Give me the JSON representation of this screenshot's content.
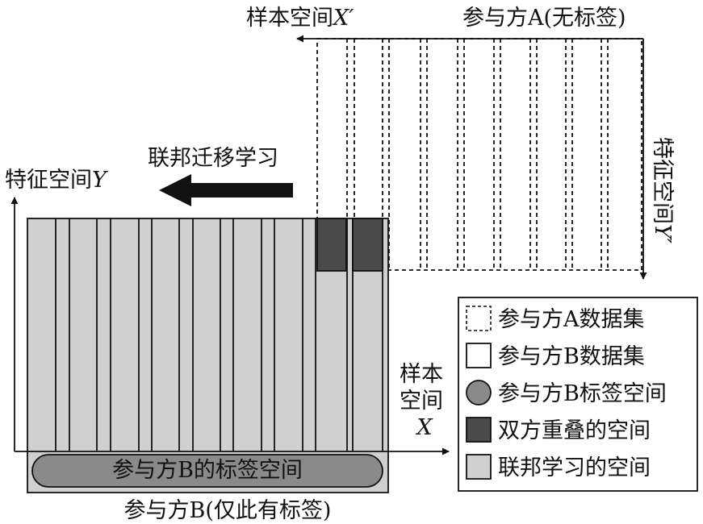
{
  "labels": {
    "sample_space_a": "样本空间",
    "sample_space_a_var": "X′",
    "party_a_title": "参与方A(无标签)",
    "feature_space_a": "特征空间",
    "feature_space_a_var": "Y′",
    "transfer_learning": "联邦迁移学习",
    "feature_space_b": "特征空间",
    "feature_space_b_var": "Y",
    "sample_space_b_line1": "样本",
    "sample_space_b_line2": "空间",
    "sample_space_b_var": "X",
    "party_b_label_space": "参与方B的标签空间",
    "party_b_title": "参与方B(仅此有标签)"
  },
  "legend": [
    {
      "swatch": "dashed",
      "label": "参与方A数据集"
    },
    {
      "swatch": "white",
      "label": "参与方B数据集"
    },
    {
      "swatch": "circle",
      "label": "参与方B标签空间"
    },
    {
      "swatch": "dark",
      "label": "双方重叠的空间"
    },
    {
      "swatch": "light",
      "label": "联邦学习的空间"
    }
  ],
  "colors": {
    "federated_space": "#d0d0d0",
    "overlap": "#4a4a4a",
    "label_space": "#8a8a8a",
    "line": "#111111"
  }
}
